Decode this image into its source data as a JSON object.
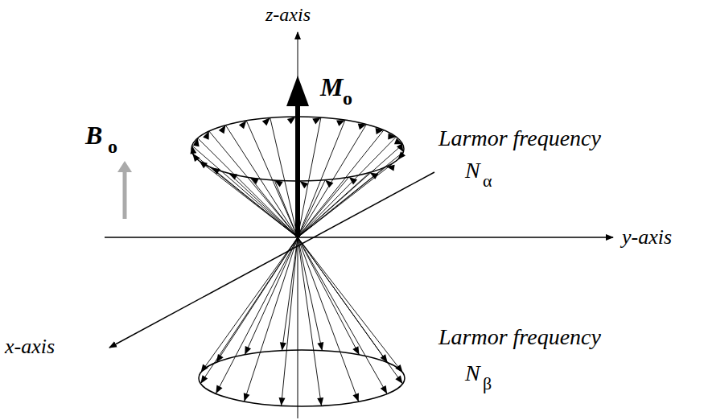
{
  "diagram": {
    "labels": [
      "z-axis",
      "M",
      "o",
      "B",
      "o",
      "Larmor frequency",
      "N",
      "α",
      "y-axis",
      "x-axis",
      "Larmor frequency",
      "N",
      "β"
    ]
  }
}
